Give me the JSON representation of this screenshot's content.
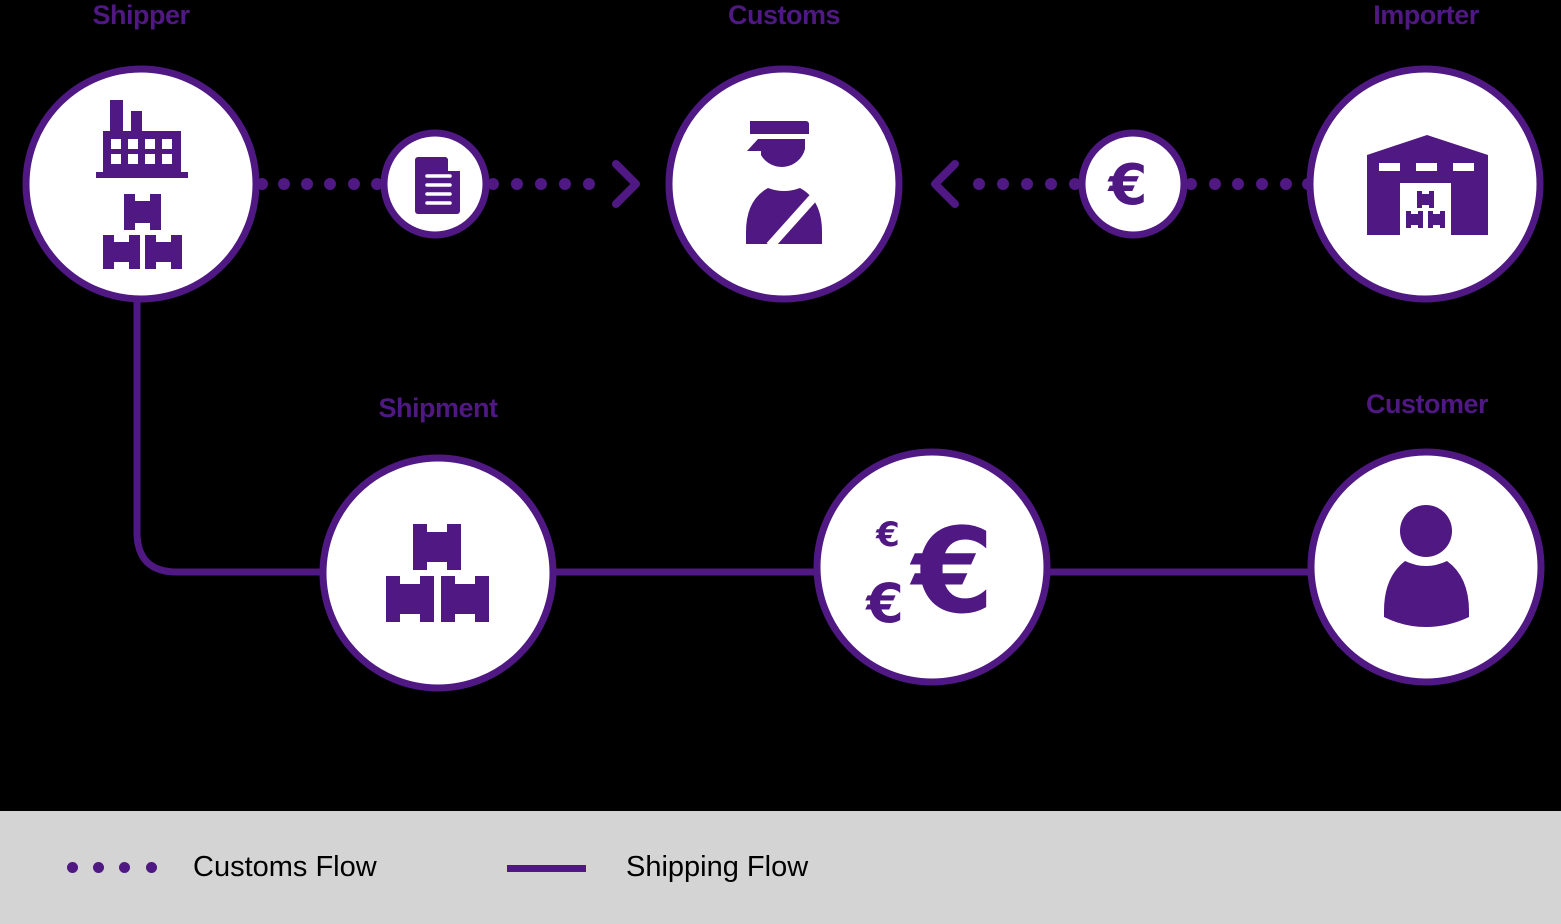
{
  "colors": {
    "accent": "#4f1882",
    "background": "#000000",
    "node_fill": "#ffffff",
    "legend_bg": "#d4d4d4",
    "legend_text": "#000000"
  },
  "nodes": {
    "shipper": {
      "label": "Shipper",
      "icons": [
        "factory-icon",
        "boxes-icon"
      ]
    },
    "customs": {
      "label": "Customs",
      "icons": [
        "customs-officer-icon"
      ]
    },
    "importer": {
      "label": "Importer",
      "icons": [
        "warehouse-icon"
      ]
    },
    "shipment": {
      "label": "Shipment",
      "icons": [
        "boxes-icon"
      ]
    },
    "payment": {
      "label": "",
      "icons": [
        "euros-icon"
      ]
    },
    "customer": {
      "label": "Customer",
      "icons": [
        "person-icon"
      ]
    }
  },
  "connectors": {
    "document": {
      "icon": "document-icon"
    },
    "euro": {
      "icon": "euro-icon",
      "glyph": "€"
    }
  },
  "payment_glyph": "€",
  "legend": {
    "customs_flow": "Customs Flow",
    "shipping_flow": "Shipping Flow"
  }
}
